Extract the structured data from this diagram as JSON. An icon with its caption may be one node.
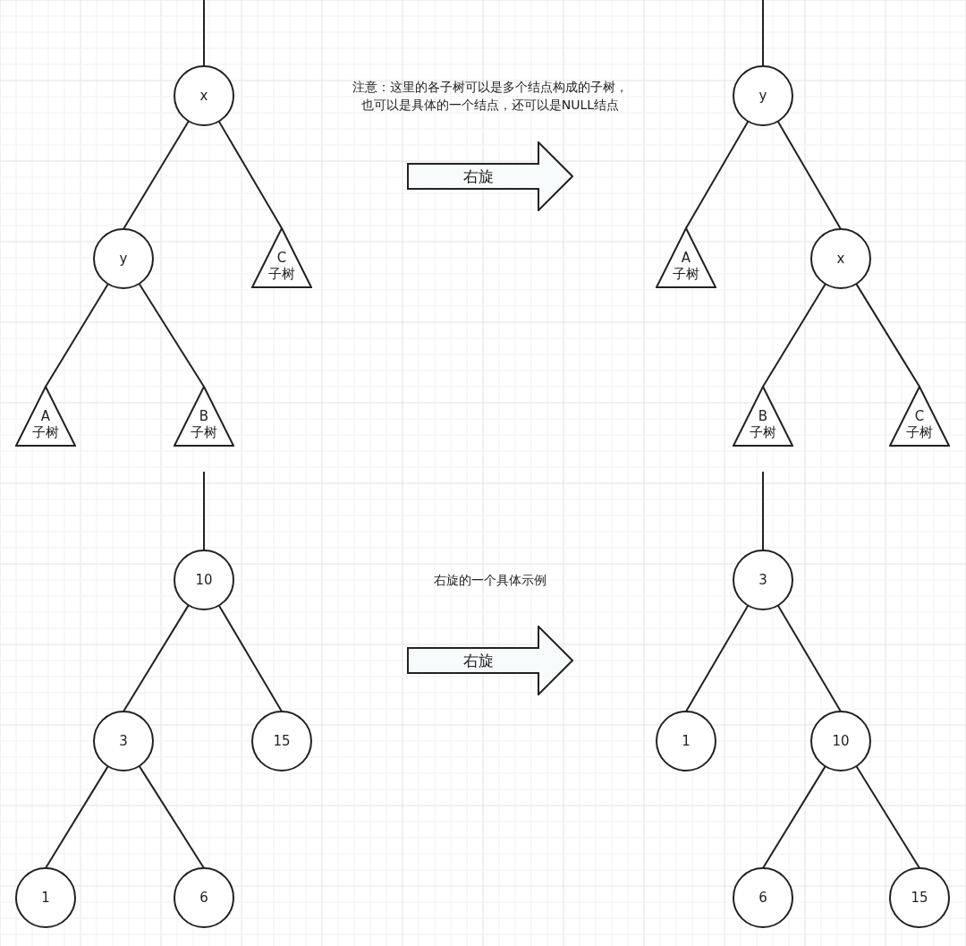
{
  "diagram": {
    "nodes": [
      {
        "text": [
          "x"
        ]
      },
      {
        "text": [
          "y"
        ]
      },
      {
        "text": [
          "C",
          "子树"
        ]
      },
      {
        "text": [
          "A",
          "子树"
        ]
      },
      {
        "text": [
          "B",
          "子树"
        ]
      },
      {
        "text": [
          "右旋"
        ]
      },
      {
        "text": [
          "y"
        ]
      },
      {
        "text": [
          "A",
          "子树"
        ]
      },
      {
        "text": [
          "x"
        ]
      },
      {
        "text": [
          "B",
          "子树"
        ]
      },
      {
        "text": [
          "C",
          "子树"
        ]
      },
      {
        "text": [
          "10"
        ]
      },
      {
        "text": [
          "3"
        ]
      },
      {
        "text": [
          "15"
        ]
      },
      {
        "text": [
          "1"
        ]
      },
      {
        "text": [
          "6"
        ]
      },
      {
        "text": [
          "右旋"
        ]
      },
      {
        "text": [
          "3"
        ]
      },
      {
        "text": [
          "1"
        ]
      },
      {
        "text": [
          "10"
        ]
      },
      {
        "text": [
          "6"
        ]
      },
      {
        "text": [
          "15"
        ]
      }
    ],
    "edges": [
      {
        "from": null,
        "to": 0,
        "arrow": "none"
      },
      {
        "from": 0,
        "to": 1,
        "arrow": "none"
      },
      {
        "from": 0,
        "to": 2,
        "arrow": "none"
      },
      {
        "from": 1,
        "to": 3,
        "arrow": "none"
      },
      {
        "from": 1,
        "to": 4,
        "arrow": "none"
      },
      {
        "from": null,
        "to": 6,
        "arrow": "none"
      },
      {
        "from": 6,
        "to": 7,
        "arrow": "none"
      },
      {
        "from": 6,
        "to": 8,
        "arrow": "none"
      },
      {
        "from": 8,
        "to": 9,
        "arrow": "none"
      },
      {
        "from": 8,
        "to": 10,
        "arrow": "none"
      },
      {
        "from": null,
        "to": 11,
        "arrow": "none"
      },
      {
        "from": 11,
        "to": 12,
        "arrow": "none"
      },
      {
        "from": 11,
        "to": 13,
        "arrow": "none"
      },
      {
        "from": 12,
        "to": 14,
        "arrow": "none"
      },
      {
        "from": 12,
        "to": 15,
        "arrow": "none"
      },
      {
        "from": null,
        "to": 17,
        "arrow": "none"
      },
      {
        "from": 17,
        "to": 18,
        "arrow": "none"
      },
      {
        "from": 17,
        "to": 19,
        "arrow": "none"
      },
      {
        "from": 19,
        "to": 20,
        "arrow": "none"
      },
      {
        "from": 19,
        "to": 21,
        "arrow": "none"
      }
    ],
    "labels": [
      "注意：这里的各子树可以是多个结点构成的子树，也可以是具体的一个结点，还可以是NULL结点",
      "右旋的一个具体示例"
    ]
  }
}
